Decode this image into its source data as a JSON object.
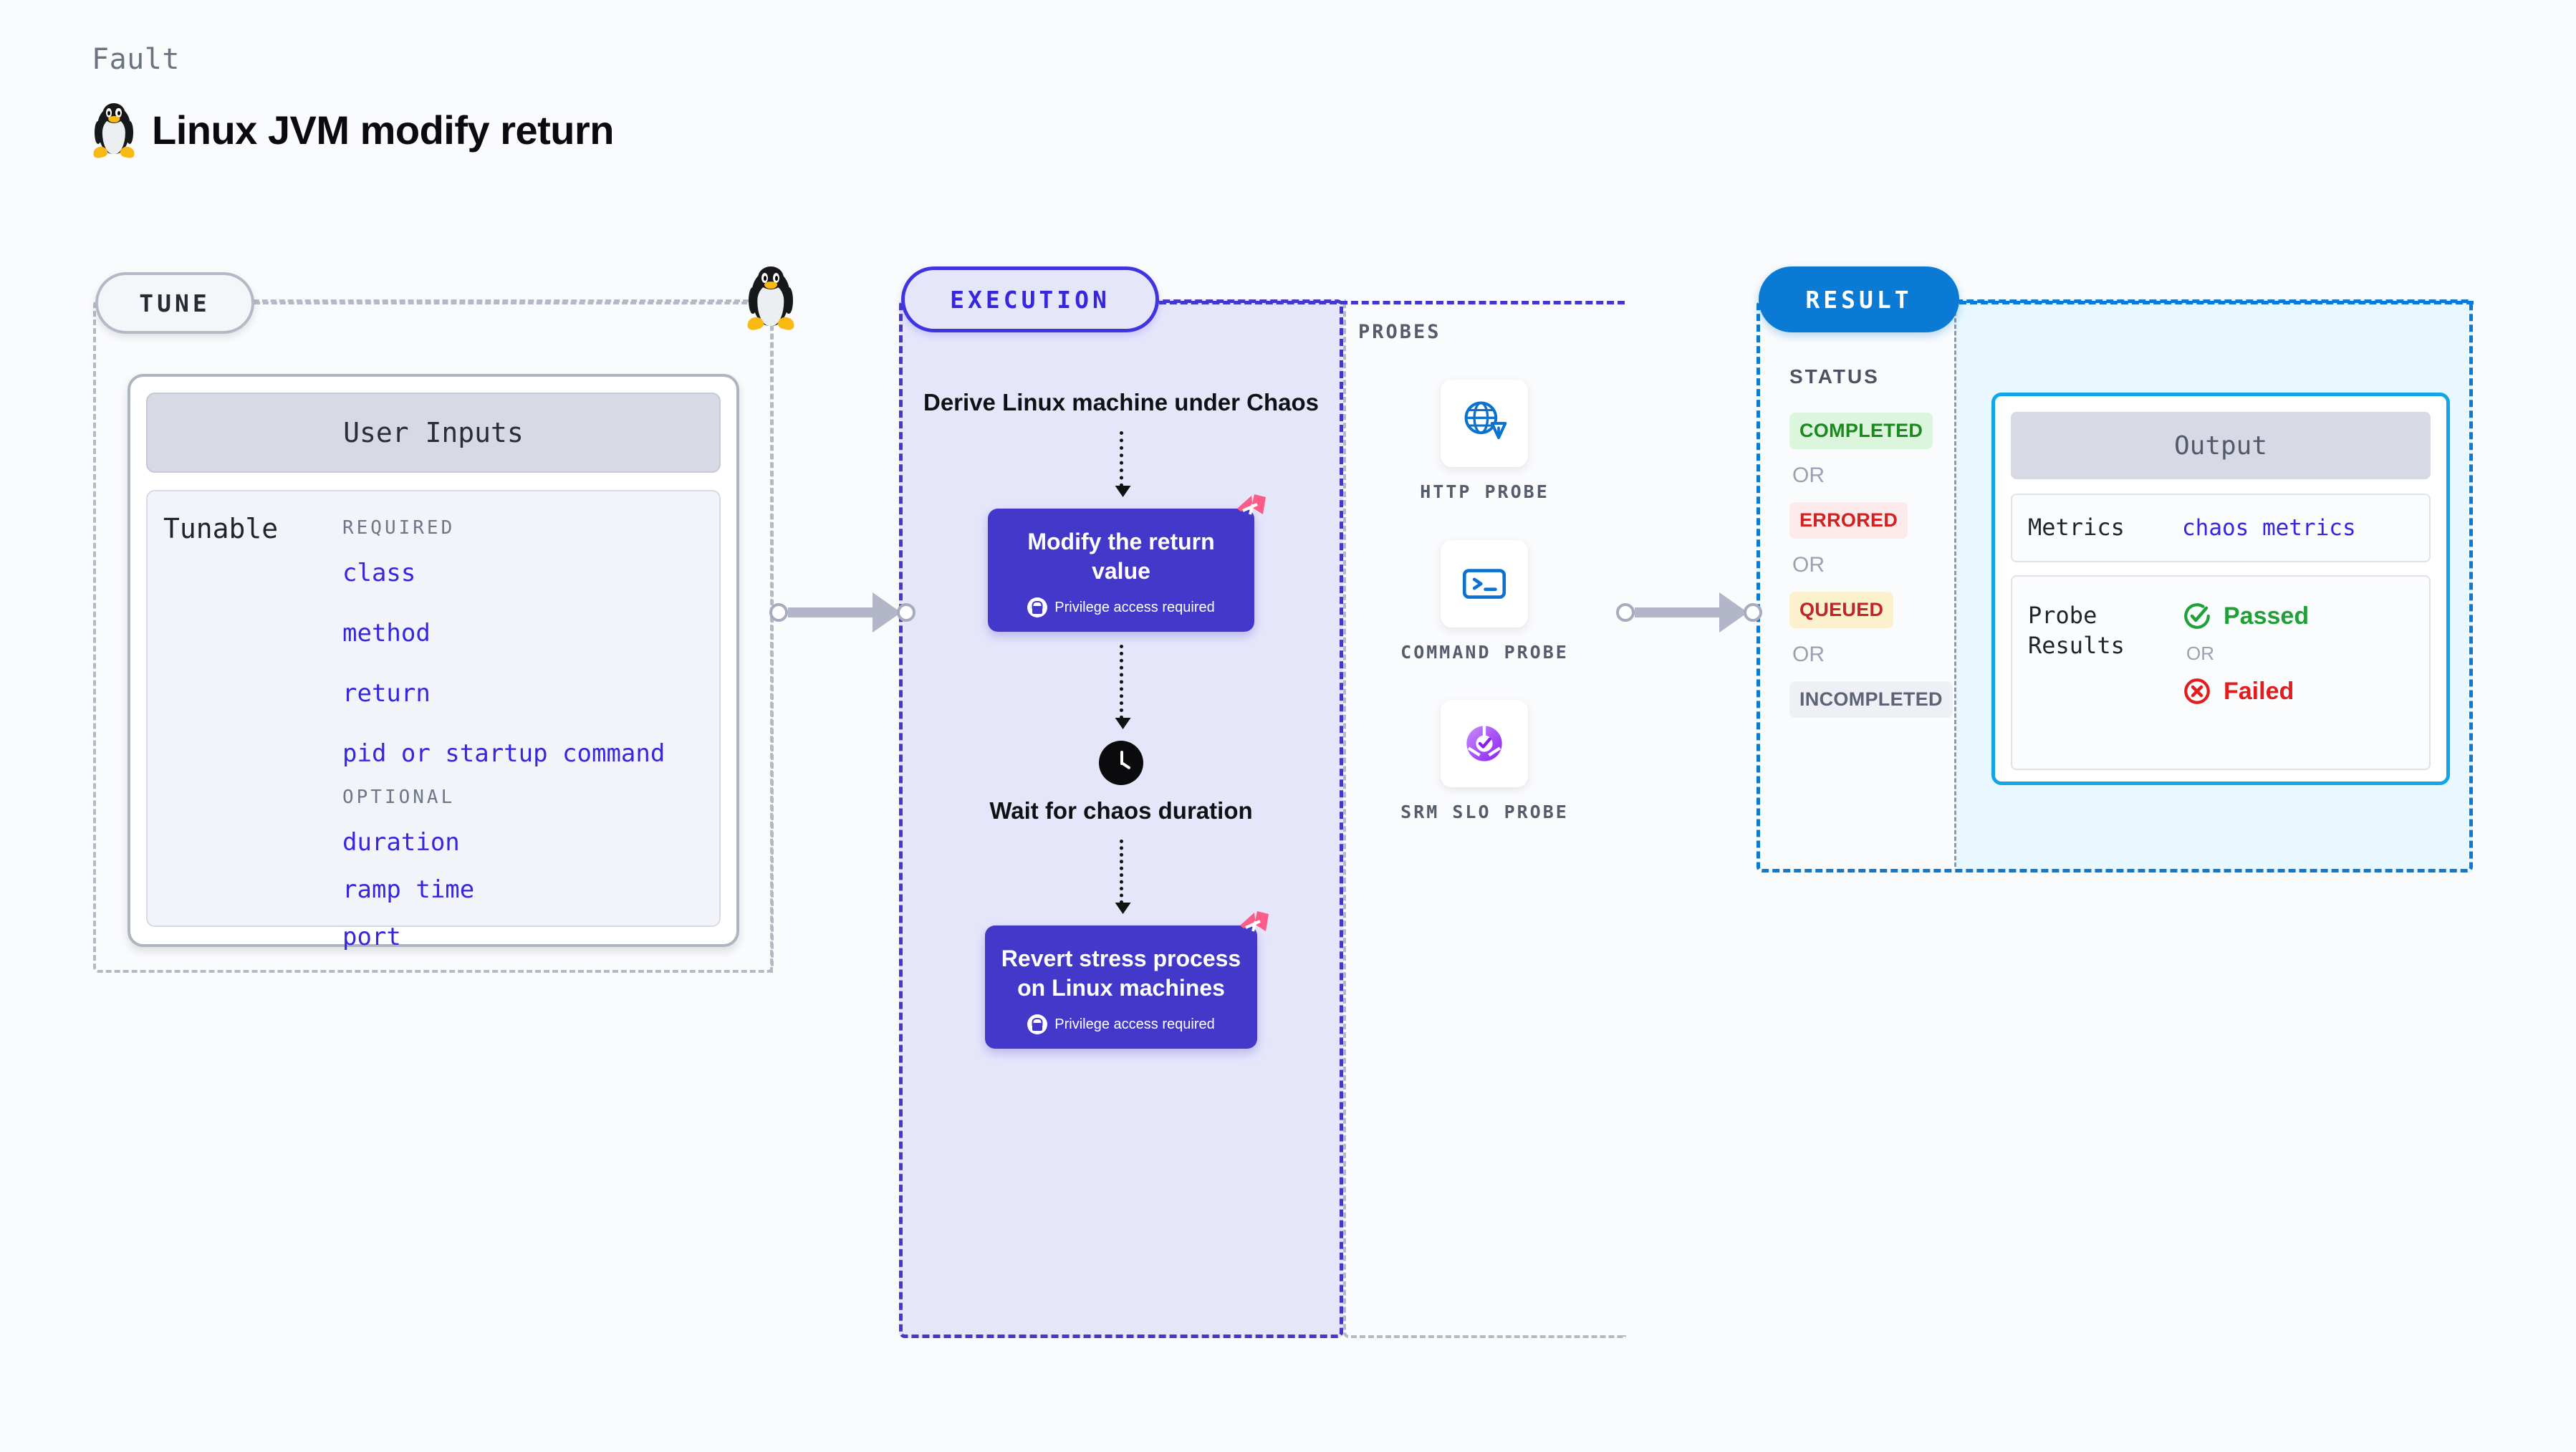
{
  "header": {
    "eyebrow": "Fault",
    "title": "Linux JVM modify return",
    "icon": "linux-penguin-icon"
  },
  "tune": {
    "badge": "TUNE",
    "card_title": "User Inputs",
    "tunable_label": "Tunable",
    "groups": [
      {
        "heading": "REQUIRED",
        "items": [
          "class",
          "method",
          "return",
          "pid or startup command"
        ]
      },
      {
        "heading": "OPTIONAL",
        "items": [
          "duration",
          "ramp time",
          "port"
        ]
      }
    ]
  },
  "execution": {
    "badge": "EXECUTION",
    "steps": [
      {
        "type": "text",
        "label": "Derive Linux machine under Chaos"
      },
      {
        "type": "card",
        "label": "Modify the return value",
        "privilege": "Privilege access required",
        "mark": "harness-logo"
      },
      {
        "type": "wait",
        "label": "Wait for chaos duration",
        "icon": "clock-icon"
      },
      {
        "type": "card",
        "label": "Revert stress process on Linux machines",
        "privilege": "Privilege access required",
        "mark": "harness-logo"
      }
    ]
  },
  "probes": {
    "title": "PROBES",
    "items": [
      {
        "label": "HTTP PROBE",
        "icon": "globe-alert-icon"
      },
      {
        "label": "COMMAND PROBE",
        "icon": "terminal-icon"
      },
      {
        "label": "SRM SLO PROBE",
        "icon": "slo-donut-check-icon"
      }
    ]
  },
  "result": {
    "badge": "RESULT",
    "status_title": "STATUS",
    "or_label": "OR",
    "statuses": [
      {
        "label": "COMPLETED",
        "bg": "#dcf5dd",
        "fg": "#1a8a1e"
      },
      {
        "label": "ERRORED",
        "bg": "#fdeaea",
        "fg": "#d32020"
      },
      {
        "label": "QUEUED",
        "bg": "#fcf1cd",
        "fg": "#c1242a"
      },
      {
        "label": "INCOMPLETED",
        "bg": "#eef0f5",
        "fg": "#5c6374"
      }
    ],
    "output": {
      "title": "Output",
      "rows": [
        {
          "key": "Metrics",
          "value": "chaos metrics"
        },
        {
          "key": "Probe Results",
          "passed": "Passed",
          "or": "OR",
          "failed": "Failed"
        }
      ]
    }
  },
  "colors": {
    "execution_accent": "#4338ca",
    "result_accent": "#0a7ad4",
    "tune_accent": "#b4b9c6",
    "tunable_value": "#3626e0",
    "harness_pink": "#fb5c8a",
    "passed_green": "#21a038",
    "failed_red": "#e11d1d"
  }
}
